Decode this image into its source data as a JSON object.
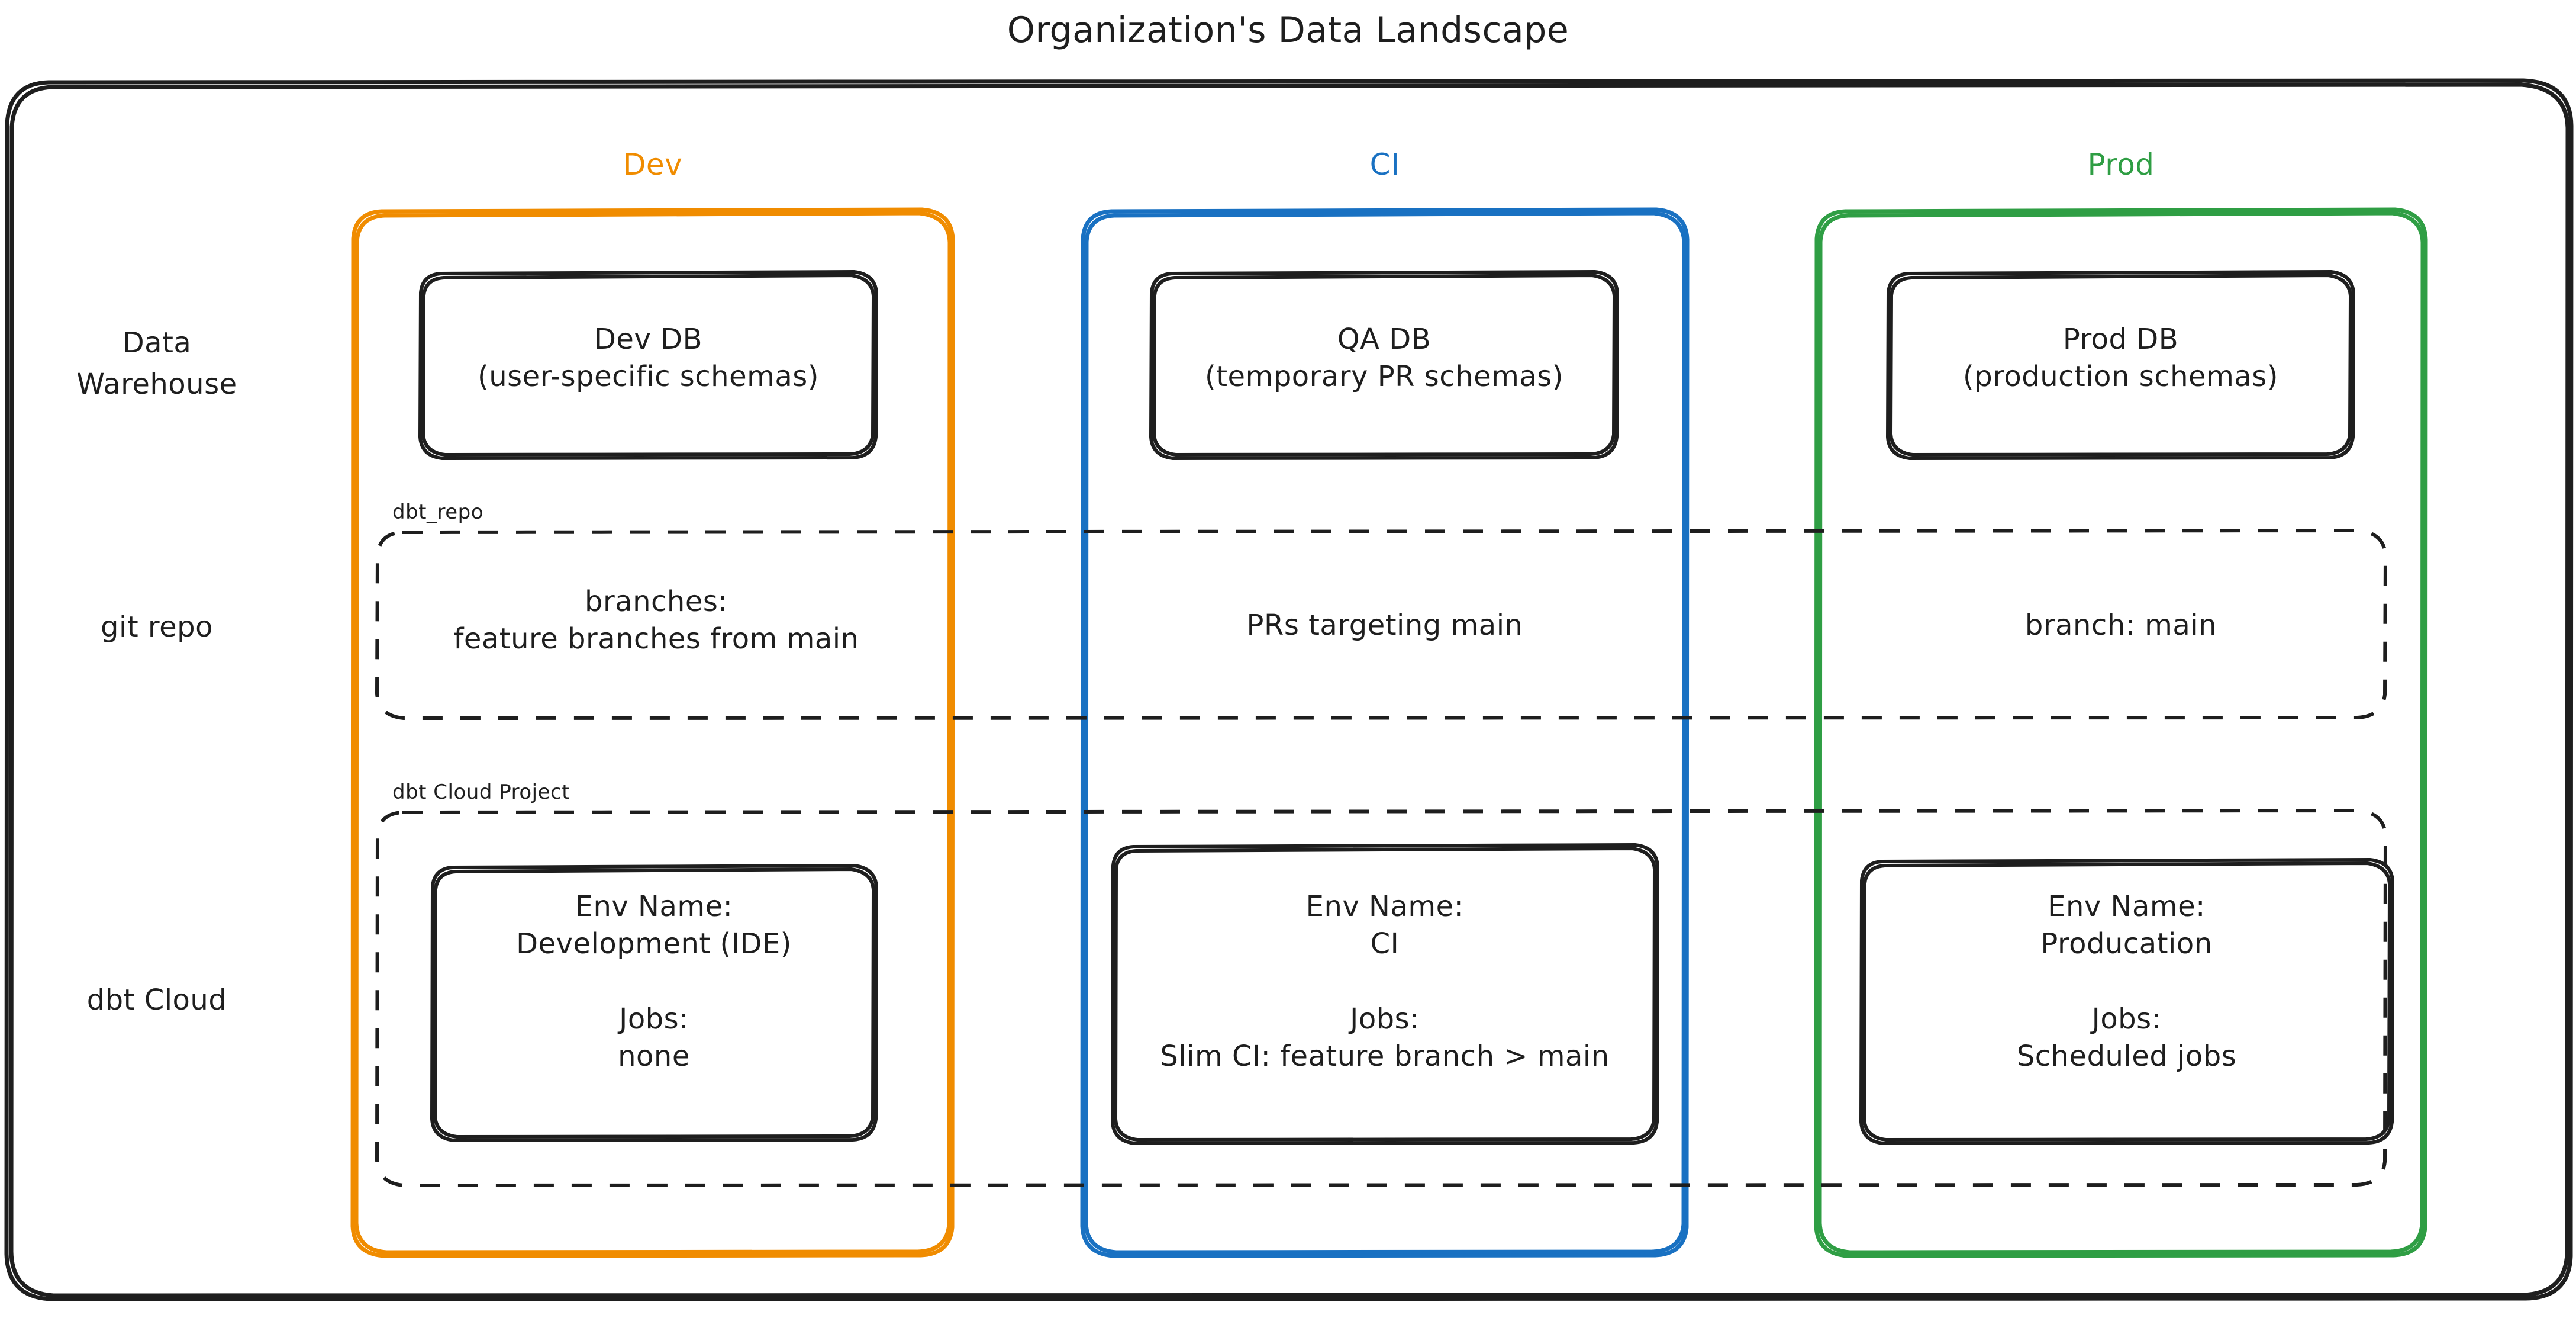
{
  "diagram": {
    "title": "Organization's Data Landscape",
    "colors": {
      "text": "#1e1e1e",
      "dev": "#f08c00",
      "ci": "#1971c2",
      "prod": "#2f9e44",
      "stroke": "#1e1e1e",
      "background": "#ffffff"
    },
    "columns": [
      {
        "key": "dev",
        "label": "Dev",
        "color": "#f08c00"
      },
      {
        "key": "ci",
        "label": "CI",
        "color": "#1971c2"
      },
      {
        "key": "prod",
        "label": "Prod",
        "color": "#2f9e44"
      }
    ],
    "rows": [
      {
        "key": "warehouse",
        "label": "Data\nWarehouse"
      },
      {
        "key": "git",
        "label": "git repo"
      },
      {
        "key": "dbtcloud",
        "label": "dbt Cloud"
      }
    ],
    "groups": [
      {
        "key": "repo",
        "label": "dbt_repo"
      },
      {
        "key": "cloud_project",
        "label": "dbt Cloud Project"
      }
    ],
    "cells": {
      "warehouse": {
        "dev": "Dev DB\n(user-specific schemas)",
        "ci": "QA DB\n(temporary PR schemas)",
        "prod": "Prod DB\n(production schemas)"
      },
      "git": {
        "dev": "branches:\nfeature branches from main",
        "ci": "PRs targeting main",
        "prod": "branch: main"
      },
      "dbtcloud": {
        "dev": "Env Name:\nDevelopment (IDE)\n\nJobs:\nnone",
        "ci": "Env Name:\nCI\n\nJobs:\nSlim CI: feature branch > main",
        "prod": "Env Name:\nProducation\n\nJobs:\nScheduled jobs"
      }
    }
  }
}
